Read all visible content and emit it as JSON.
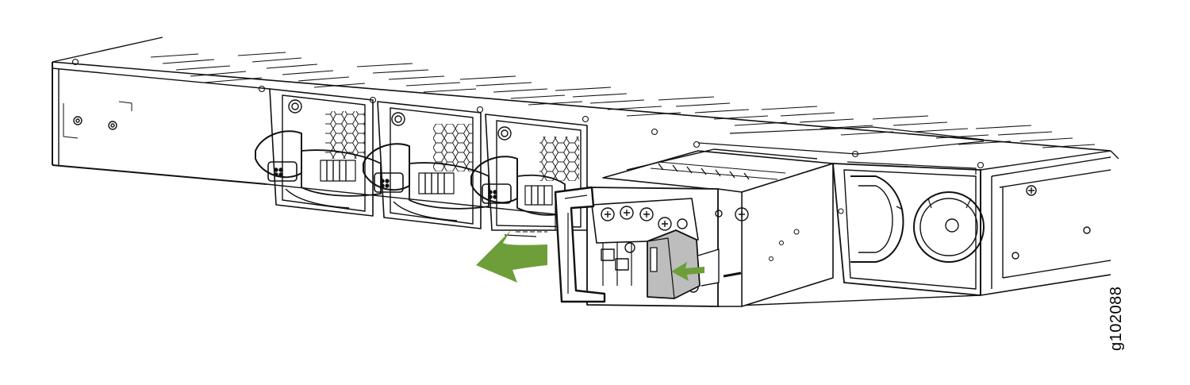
{
  "figure": {
    "id_label": "g102088",
    "arrow_color": "#6e9e3a",
    "handle_color": "#bdbdbd",
    "line_color": "#111111",
    "icons": [
      "remove-direction-arrow",
      "push-latch-arrow",
      "screw-icon",
      "fan-grille-icon"
    ]
  }
}
